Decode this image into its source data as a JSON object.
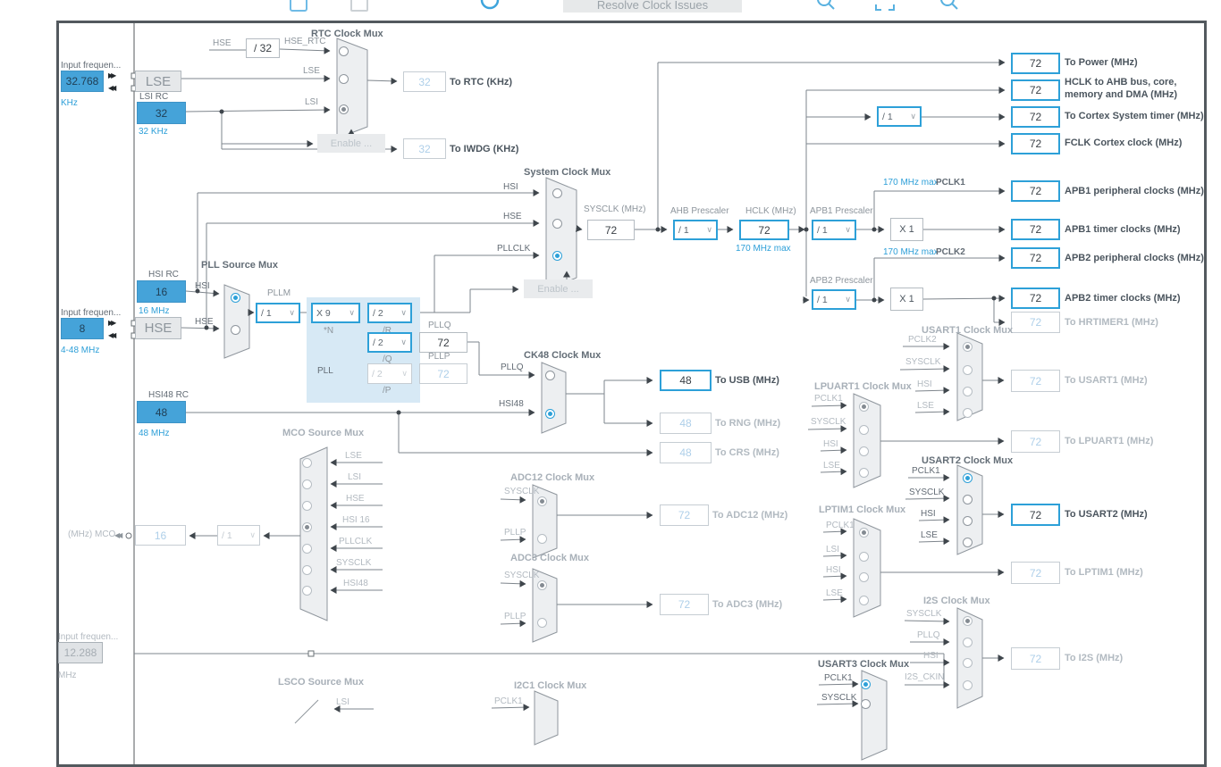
{
  "toolbar": {
    "resolve_button": "Resolve Clock Issues"
  },
  "inputs": {
    "lse": {
      "label": "Input frequen...",
      "value": "32.768",
      "unit": "KHz"
    },
    "hse": {
      "label": "Input frequen...",
      "value": "8",
      "unit": "4-48 MHz"
    },
    "ext": {
      "label": "Input frequen...",
      "value": "12.288",
      "unit": "MHz"
    }
  },
  "osc": {
    "lse_btn": "LSE",
    "lsi": {
      "title": "LSI RC",
      "value": "32",
      "sub": "32 KHz"
    },
    "hsi": {
      "title": "HSI RC",
      "value": "16",
      "sub": "16 MHz"
    },
    "hse_btn": "HSE",
    "hsi48": {
      "title": "HSI48 RC",
      "value": "48",
      "sub": "48 MHz"
    }
  },
  "rtc": {
    "title": "RTC Clock Mux",
    "hse": "HSE",
    "div": "/ 32",
    "hse_rtc": "HSE_RTC",
    "lse": "LSE",
    "lsi": "LSI",
    "enable": "Enable ...",
    "rtc_value": "32",
    "rtc_label": "To RTC (KHz)",
    "iwdg_value": "32",
    "iwdg_label": "To IWDG (KHz)"
  },
  "sys": {
    "title": "System Clock Mux",
    "hsi": "HSI",
    "hse": "HSE",
    "pllclk": "PLLCLK",
    "enable": "Enable ...",
    "sysclk_label": "SYSCLK (MHz)",
    "sysclk_value": "72",
    "ahb_label": "AHB Prescaler",
    "ahb_value": "/ 1",
    "hclk_label": "HCLK (MHz)",
    "hclk_value": "72",
    "hclk_max": "170 MHz max"
  },
  "top_out": {
    "power": {
      "value": "72",
      "label": "To Power (MHz)"
    },
    "ahb": {
      "value": "72",
      "label1": "HCLK to AHB bus, core,",
      "label2": "memory and DMA (MHz)"
    },
    "cortex": {
      "div": "/ 1",
      "value": "72",
      "label": "To Cortex System timer (MHz)"
    },
    "fclk": {
      "value": "72",
      "label": "FCLK Cortex clock (MHz)"
    }
  },
  "apb1": {
    "label": "APB1 Prescaler",
    "value": "/ 1",
    "max": "170 MHz max",
    "pclk": "PCLK1",
    "x1": "X 1",
    "periph_value": "72",
    "periph_label": "APB1 peripheral clocks (MHz)",
    "timer_value": "72",
    "timer_label": "APB1 timer clocks (MHz)"
  },
  "apb2": {
    "label": "APB2 Prescaler",
    "value": "/ 1",
    "max": "170 MHz max",
    "pclk": "PCLK2",
    "x1": "X 1",
    "periph_value": "72",
    "periph_label": "APB2 peripheral clocks (MHz)",
    "timer_value": "72",
    "timer_label": "APB2 timer clocks (MHz)",
    "hrtimer_value": "72",
    "hrtimer_label": "To HRTIMER1 (MHz)"
  },
  "pll": {
    "title": "PLL Source Mux",
    "hsi": "HSI",
    "hse": "HSE",
    "pllm_label": "PLLM",
    "pllm": "/ 1",
    "n": "X 9",
    "n_label": "*N",
    "r": "/ 2",
    "r_label": "/R",
    "q": "/ 2",
    "q_label": "/Q",
    "p": "/ 2",
    "p_label": "/P",
    "pll_label": "PLL",
    "pllq_label": "PLLQ",
    "pllq_value": "72",
    "pllp_label": "PLLP",
    "pllp_value": "72"
  },
  "ck48": {
    "title": "CK48 Clock Mux",
    "pllq": "PLLQ",
    "hsi48": "HSI48",
    "usb_value": "48",
    "usb_label": "To USB (MHz)",
    "rng_value": "48",
    "rng_label": "To RNG (MHz)",
    "crs_value": "48",
    "crs_label": "To CRS (MHz)"
  },
  "adc12": {
    "title": "ADC12 Clock Mux",
    "sysclk": "SYSCLK",
    "pllp": "PLLP",
    "value": "72",
    "label": "To ADC12 (MHz)"
  },
  "adc3": {
    "title": "ADC3 Clock Mux",
    "sysclk": "SYSCLK",
    "pllp": "PLLP",
    "value": "72",
    "label": "To ADC3 (MHz)"
  },
  "mco": {
    "title": "MCO Source Mux",
    "inputs": [
      "LSE",
      "LSI",
      "HSE",
      "HSI 16",
      "PLLCLK",
      "SYSCLK",
      "HSI48"
    ],
    "div": "/ 1",
    "value": "16",
    "label": "(MHz) MCO"
  },
  "lsco": {
    "title": "LSCO Source Mux",
    "lsi": "LSI"
  },
  "i2c1": {
    "title": "I2C1 Clock Mux",
    "pclk1": "PCLK1"
  },
  "usart3": {
    "title": "USART3 Clock Mux",
    "pclk1": "PCLK1",
    "sysclk": "SYSCLK"
  },
  "usart1": {
    "title": "USART1 Clock Mux",
    "inputs": [
      "PCLK2",
      "SYSCLK",
      "HSI",
      "LSE"
    ],
    "value": "72",
    "label": "To USART1 (MHz)"
  },
  "lpuart1": {
    "title": "LPUART1 Clock Mux",
    "inputs": [
      "PCLK1",
      "SYSCLK",
      "HSI",
      "LSE"
    ],
    "value": "72",
    "label": "To LPUART1 (MHz)"
  },
  "usart2": {
    "title": "USART2 Clock Mux",
    "inputs": [
      "PCLK1",
      "SYSCLK",
      "HSI",
      "LSE"
    ],
    "value": "72",
    "label": "To USART2 (MHz)"
  },
  "lptim1": {
    "title": "LPTIM1 Clock Mux",
    "inputs": [
      "PCLK1",
      "LSI",
      "HSI",
      "LSE"
    ],
    "value": "72",
    "label": "To LPTIM1 (MHz)"
  },
  "i2s": {
    "title": "I2S Clock Mux",
    "inputs": [
      "SYSCLK",
      "PLLQ",
      "HSI",
      "I2S_CKIN"
    ],
    "value": "72",
    "label": "To I2S (MHz)"
  },
  "colors": {
    "accent": "#2da0d8",
    "source_fill": "#45a3d9",
    "disabled_value": "#aecfe9",
    "wire": "#7e858c"
  }
}
